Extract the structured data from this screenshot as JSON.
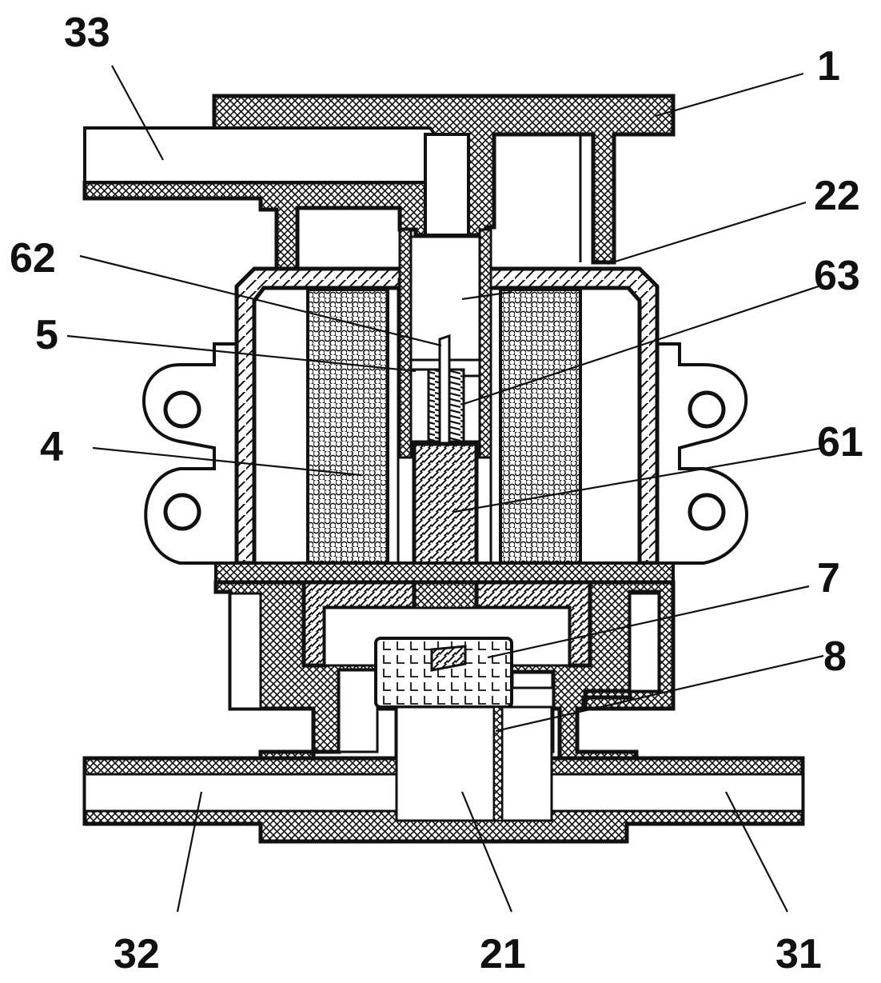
{
  "labels": {
    "l33": "33",
    "l1": "1",
    "l22": "22",
    "l62": "62",
    "l63": "63",
    "l5": "5",
    "l4": "4",
    "l61": "61",
    "l7": "7",
    "l8": "8",
    "l32": "32",
    "l21": "21",
    "l31": "31"
  },
  "colors": {
    "line": "#111111",
    "background": "#ffffff"
  }
}
